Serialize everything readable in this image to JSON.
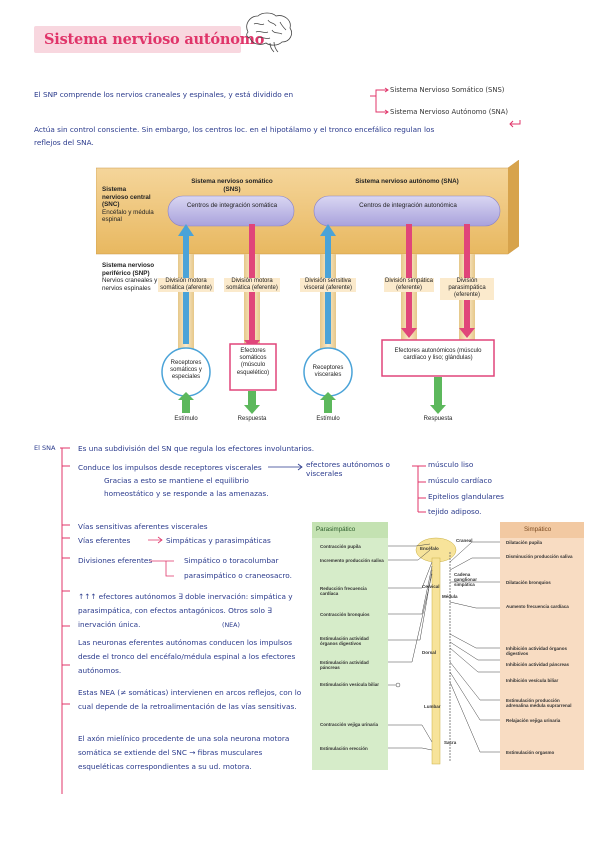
{
  "title": "Sistema nervioso autónomo",
  "intro": {
    "line1": "El SNP comprende los nervios craneales y espinales, y está dividido en",
    "branch1": "Sistema Nervioso Somático (SNS)",
    "branch2": "Sistema Nervioso Autónomo (SNA)",
    "line2": "Actúa sin control consciente. Sin embargo, los centros loc. en el hipotálamo y el tronco encefálico regulan los",
    "line3": "reflejos del SNA."
  },
  "diagram": {
    "snc": {
      "title": "Sistema nervioso central (SNC)",
      "sub": "Encéfalo y médula espinal"
    },
    "snp": {
      "title": "Sistema nervioso periférico (SNP)",
      "sub": "Nervios craneales y nervios espinales"
    },
    "sns_title": "Sistema nervioso somático (SNS)",
    "sna_title": "Sistema nervioso autónomo (SNA)",
    "sns_center": "Centros de integración somática",
    "sna_center": "Centros de integración autonómica",
    "tubes": [
      "División motora somática (aferente)",
      "División motora somática (eferente)",
      "División sensitiva visceral (aferente)",
      "División simpática (eferente)",
      "División parasimpática (eferente)"
    ],
    "boxes": {
      "rec_som": "Receptores somáticos y especiales",
      "ef_som": "Efectores somáticos (músculo esquelético)",
      "rec_visc": "Receptores viscerales",
      "ef_aut": "Efectores autonómicos (músculo cardíaco y liso; glándulas)"
    },
    "bottom": [
      "Estímulo",
      "Respuesta",
      "Estímulo",
      "Respuesta"
    ]
  },
  "notes": {
    "sna_label": "El SNA",
    "n1": "Es una subdivisión del SN que regula los efectores involuntarios.",
    "n2a": "Conduce los impulsos desde receptores viscerales",
    "n2b": "efectores autónomos o viscerales",
    "n2c": "Gracias a esto se mantiene el equilibrio",
    "n2d": "homeostático y se responde a las amenazas.",
    "effectors": [
      "músculo liso",
      "músculo cardíaco",
      "Epitelios glandulares",
      "tejido adiposo."
    ],
    "n3": "Vías sensitivas aferentes viscerales",
    "n4a": "Vías eferentes",
    "n4b": "Simpáticas y parasimpáticas",
    "n5a": "Divisiones eferentes",
    "n5b": "Simpático o toracolumbar",
    "n5c": "parasimpático o craneosacro.",
    "n6": "↑↑↑ efectores autónomos ∃ doble inervación: simpática y parasimpática, con efectos antagónicos. Otros solo ∃ inervación única.",
    "nea": "(NEA)",
    "n7": "Las neuronas eferentes autónomas conducen los impulsos desde el tronco del encéfalo/médula espinal a los efectores autónomos.",
    "n8": "Estas NEA (≠ somáticas) intervienen en arcos reflejos, con lo cual depende de la retroalimentación de las vías sensitivas.",
    "n9": "El axón mielínico procedente de una sola neurona motora somática se extiende del SNC → fibras musculares esqueléticas correspondientes a su ud. motora."
  },
  "ans_diagram": {
    "para_title": "Parasimpático",
    "sim_title": "Simpático",
    "encefalo": "Encéfalo",
    "cadena": "Cadena ganglionar simpática",
    "regions": [
      "Craneal",
      "Cervical",
      "Médula",
      "Dorsal",
      "Lumbar",
      "Sacra"
    ],
    "para_items": [
      "Contracción pupila",
      "Incremento producción saliva",
      "Reducción frecuencia cardíaca",
      "Contracción bronquios",
      "Estimulación actividad órganos digestivos",
      "Estimulación actividad páncreas",
      "Estimulación vesícula biliar",
      "Contracción vejiga urinaria",
      "Estimulación erección"
    ],
    "sim_items": [
      "Dilatación pupila",
      "Disminución producción saliva",
      "Dilatación bronquios",
      "Aumento frecuencia cardíaca",
      "Inhibición actividad órganos digestivos",
      "Inhibición actividad páncreas",
      "Inhibición vesícula biliar",
      "Estimulación producción adrenalina médula suprarrenal",
      "Relajación vejiga urinaria",
      "Estimulación orgasmo"
    ]
  },
  "colors": {
    "pink": "#e0356a",
    "blue": "#2a3a8c",
    "green": "#5cb85c",
    "peach": "#f8dcc2",
    "lightgreen": "#d6ecc9"
  }
}
